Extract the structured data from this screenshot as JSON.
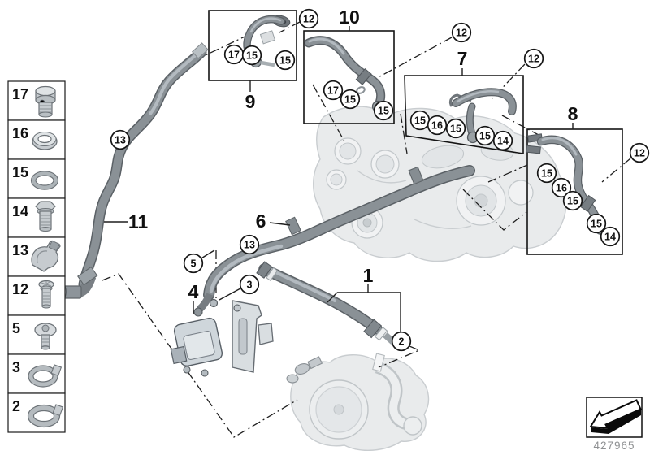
{
  "drawing": {
    "number": "427965"
  },
  "legend": [
    {
      "number": "17",
      "part": "banjo-bolt"
    },
    {
      "number": "16",
      "part": "sealing-ring"
    },
    {
      "number": "15",
      "part": "o-ring"
    },
    {
      "number": "14",
      "part": "hollow-screw"
    },
    {
      "number": "13",
      "part": "retaining-clip"
    },
    {
      "number": "12",
      "part": "torx-screw"
    },
    {
      "number": "5",
      "part": "pan-head-screw"
    },
    {
      "number": "3",
      "part": "hose-clamp"
    },
    {
      "number": "2",
      "part": "hose-clamp"
    }
  ],
  "groups": {
    "box9": "9",
    "box10": "10",
    "box7": "7",
    "box8": "8"
  },
  "parts": {
    "hose1": "1",
    "pump4": "4",
    "hose6": "6",
    "hose11": "11"
  },
  "callouts": {
    "screw12": "12",
    "clip13": "13",
    "screw5": "5",
    "clamp3": "3",
    "clamp2": "2",
    "box9": [
      "17",
      "15",
      "15"
    ],
    "box10": [
      "17",
      "15",
      "15"
    ],
    "box7": [
      "15",
      "16",
      "15",
      "15",
      "14"
    ],
    "box8": [
      "15",
      "16",
      "15",
      "15",
      "14"
    ]
  }
}
